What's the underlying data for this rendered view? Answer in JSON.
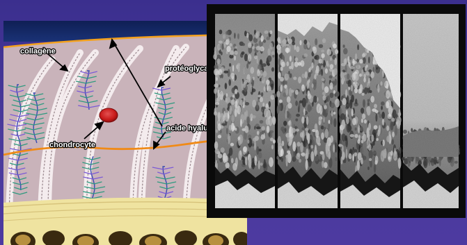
{
  "labels": {
    "collagen": "collagène",
    "proteoglycan": "protéoglyca",
    "chondrocyte": "chondrocyte",
    "hyaluronic": "acide hyalu"
  },
  "colors": {
    "slide_background": "#3f3393",
    "cartilage": "#c9b3ba",
    "top_band": "#152b6a",
    "surface_line": "#f3a11d",
    "tidemark_line": "#f08a16",
    "proteoglycan_stem": "#2e9a7f",
    "proteoglycan_side": "#6a59d6",
    "chondrocyte": "#c81a1a",
    "bone": "#efe3a0",
    "micrograph_frame": "#0a0a0a"
  },
  "micrograph": {
    "panels": 4,
    "icons": [
      "photo-panel-1",
      "photo-panel-2",
      "photo-panel-3",
      "photo-panel-4"
    ]
  }
}
